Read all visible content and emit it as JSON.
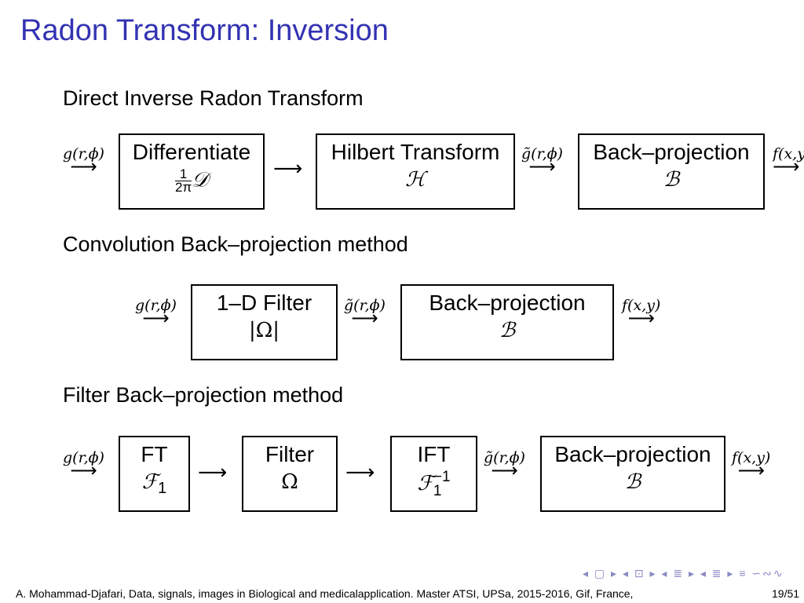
{
  "title": "Radon Transform: Inversion",
  "sections": {
    "direct": {
      "heading": "Direct Inverse Radon Transform",
      "in_signal": "g(r,ϕ)",
      "mid_signal": "g̃(r,ϕ)",
      "out_signal": "f(x,y)",
      "box1": {
        "name": "Differentiate",
        "frac_num": "1",
        "frac_den": "2π",
        "sym": "𝒟"
      },
      "box2": {
        "name": "Hilbert Transform",
        "sym": "ℋ"
      },
      "box3": {
        "name": "Back–projection",
        "sym": "ℬ"
      }
    },
    "convolution": {
      "heading": "Convolution Back–projection method",
      "in_signal": "g(r,ϕ)",
      "mid_signal": "g̃(r,ϕ)",
      "out_signal": "f(x,y)",
      "box1": {
        "name": "1–D Filter",
        "sym": "|Ω|"
      },
      "box2": {
        "name": "Back–projection",
        "sym": "ℬ"
      }
    },
    "filter": {
      "heading": "Filter Back–projection method",
      "in_signal": "g(r,ϕ)",
      "mid_signal": "g̃(r,ϕ)",
      "out_signal": "f(x,y)",
      "box1": {
        "name": "FT",
        "sym": "ℱ",
        "sub": "1"
      },
      "box2": {
        "name": "Filter",
        "sym": "Ω"
      },
      "box3": {
        "name": "IFT",
        "sym": "ℱ",
        "sub": "1",
        "sup": "−1"
      },
      "box4": {
        "name": "Back–projection",
        "sym": "ℬ"
      }
    }
  },
  "arrow_glyph": "⟶",
  "footer": {
    "text": "A. Mohammad-Djafari, Data, signals, images in Biological and medicalapplication.    Master ATSI, UPSa, 2015-2016, Gif, France,",
    "page": "19/51"
  },
  "nav_symbols": "◂ ▢ ▸ ◂ ⊡ ▸ ◂ ≣ ▸ ◂ ≣ ▸   ≡   ∽∾∿"
}
